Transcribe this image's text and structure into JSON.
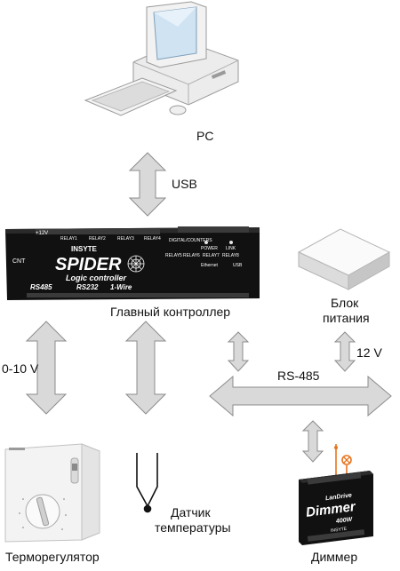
{
  "labels": {
    "pc": "PC",
    "usb": "USB",
    "main_controller": "Главный контроллер",
    "psu_line1": "Блок",
    "psu_line2": "питания",
    "v12": "12 V",
    "v010": "0-10 V",
    "rs485": "RS-485",
    "sensor_line1": "Датчик",
    "sensor_line2": "температуры",
    "thermostat": "Терморегулятор",
    "dimmer": "Диммер"
  },
  "controller": {
    "brand": "INSYTE",
    "model": "SPIDER",
    "subtitle": "Logic controller",
    "relays": [
      "RELAY1",
      "RELAY2",
      "RELAY3",
      "RELAY4"
    ],
    "right_relays": [
      "RELAY5",
      "RELAY6",
      "RELAY7",
      "RELAY8"
    ],
    "digital_counters": "DIGITAL/COUNTERS",
    "power": "POWER",
    "link": "LINK",
    "ethernet": "Ethernet",
    "usb": "USB",
    "cnt": "CNT",
    "ports": [
      "RS485",
      "RS232",
      "1-Wire"
    ],
    "v12_label": "+12V"
  },
  "dimmer_device": {
    "brand": "LanDrive",
    "model": "Dimmer",
    "power": "400W",
    "maker": "INSYTE"
  },
  "colors": {
    "arrow_fill": "#d9d9d9",
    "arrow_stroke": "#8c8c8c",
    "device_body": "#111111",
    "lamp_wire": "#e8741e"
  }
}
